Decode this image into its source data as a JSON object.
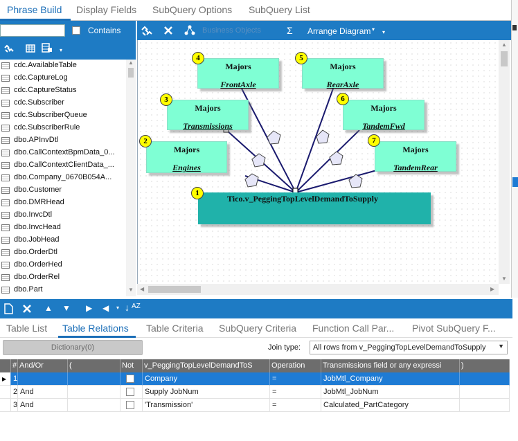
{
  "top_tabs": [
    "Phrase Build",
    "Display Fields",
    "SubQuery Options",
    "SubQuery List"
  ],
  "left_panel": {
    "search_value": "",
    "contains_label": "Contains",
    "tables": [
      "cdc.AvailableTable",
      "cdc.CaptureLog",
      "cdc.CaptureStatus",
      "cdc.Subscriber",
      "cdc.SubscriberQueue",
      "cdc.SubscriberRule",
      "dbo.APInvDtl",
      "dbo.CallContextBpmData_0...",
      "dbo.CallContextClientData_...",
      "dbo.Company_0670B054A...",
      "dbo.Customer",
      "dbo.DMRHead",
      "dbo.InvcDtl",
      "dbo.InvcHead",
      "dbo.JobHead",
      "dbo.OrderDtl",
      "dbo.OrderHed",
      "dbo.OrderRel",
      "dbo.Part"
    ]
  },
  "diagram_toolbar": {
    "business_objects": "Business Objects",
    "sigma": "Σ",
    "arrange": "Arrange Diagram"
  },
  "diagram": {
    "main_node": {
      "badge": "1",
      "title": "Tico.v_PeggingTopLevelDemandToSupply"
    },
    "nodes": [
      {
        "badge": "2",
        "title": "Majors",
        "name": "Engines"
      },
      {
        "badge": "3",
        "title": "Majors",
        "name": "Transmissions"
      },
      {
        "badge": "4",
        "title": "Majors",
        "name": "FrontAxle"
      },
      {
        "badge": "5",
        "title": "Majors",
        "name": "RearAxle"
      },
      {
        "badge": "6",
        "title": "Majors",
        "name": "TandemFwd"
      },
      {
        "badge": "7",
        "title": "Majors",
        "name": "TandemRear"
      }
    ]
  },
  "bottom_tabs": [
    "Table List",
    "Table Relations",
    "Table Criteria",
    "SubQuery Criteria",
    "Function Call Par...",
    "Pivot SubQuery F..."
  ],
  "relations": {
    "dictionary_button": "Dictionary(0)",
    "join_label": "Join type:",
    "join_value": "All rows from v_PeggingTopLevelDemandToSupply",
    "columns": [
      "#",
      "And/Or",
      "(",
      "Not",
      "v_PeggingTopLevelDemandToS",
      "Operation",
      "Transmissions field or any expressi",
      ")"
    ],
    "rows": [
      {
        "num": "1",
        "andor": "",
        "paren_open": "",
        "field": "Company",
        "op": "=",
        "expr": "JobMtl_Company",
        "paren_close": ""
      },
      {
        "num": "2",
        "andor": "And",
        "paren_open": "",
        "field": "Supply JobNum",
        "op": "=",
        "expr": "JobMtl_JobNum",
        "paren_close": ""
      },
      {
        "num": "3",
        "andor": "And",
        "paren_open": "",
        "field": "'Transmission'",
        "op": "=",
        "expr": "Calculated_PartCategory",
        "paren_close": ""
      }
    ]
  },
  "colors": {
    "accent": "#1e7bc4",
    "node": "#7fffd4",
    "main_node": "#20b2aa",
    "badge": "#ffff00",
    "selected_row": "#1e7bd4"
  }
}
